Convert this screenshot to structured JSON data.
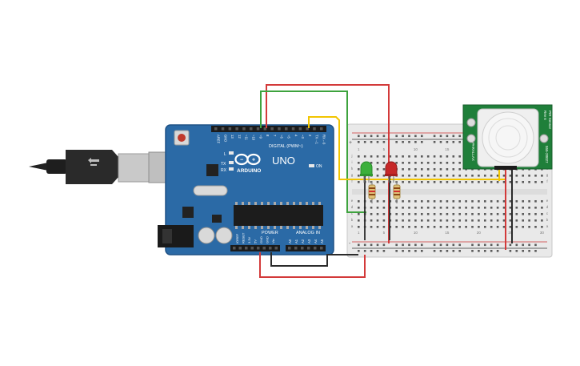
{
  "arduino": {
    "brand": "ARDUINO",
    "model": "UNO",
    "digital_label": "DIGITAL (PWM~)",
    "power_label": "POWER",
    "analog_label": "ANALOG IN",
    "on_label": "ON",
    "tx_label": "TX",
    "rx_label": "RX",
    "l_label": "L",
    "digital_pins": [
      "AREF",
      "GND",
      "13",
      "12",
      "~11",
      "~10",
      "~9",
      "8",
      "7",
      "~6",
      "~5",
      "4",
      "~3",
      "2",
      "TX→1",
      "RX←0"
    ],
    "power_pins": [
      "IOREF",
      "RESET",
      "3.3V",
      "5V",
      "GND",
      "GND",
      "Vin"
    ],
    "analog_pins": [
      "A0",
      "A1",
      "A2",
      "A3",
      "A4",
      "A5"
    ]
  },
  "sensor": {
    "name_line1": "PIR Sensor",
    "name_line2": "Rev 6",
    "part_number": "555-28027",
    "brand": "PARALLAX"
  },
  "breadboard": {
    "columns": [
      "1",
      "5",
      "10",
      "15",
      "20",
      "25",
      "30"
    ],
    "rows": [
      "a",
      "b",
      "c",
      "d",
      "e",
      "f",
      "g",
      "h",
      "i",
      "j"
    ],
    "rail_plus": "+",
    "rail_minus": "-"
  },
  "colors": {
    "board": "#2b6aa6",
    "board_dark": "#1f5286",
    "wire_red": "#d33a3a",
    "wire_green": "#3ea33e",
    "wire_yellow": "#f2c500",
    "wire_black": "#2b2b2b",
    "led_green": "#3bb03b",
    "led_red": "#c62828",
    "sensor_pcb": "#1f7f3a"
  }
}
